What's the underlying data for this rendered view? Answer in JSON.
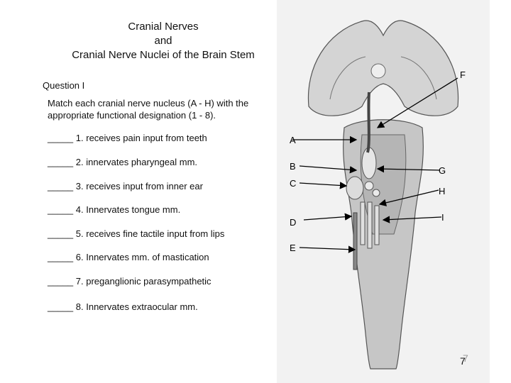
{
  "title": {
    "line1": "Cranial Nerves",
    "line2": "and",
    "line3": "Cranial Nerve Nuclei of the Brain Stem"
  },
  "question": "Question I",
  "instructions": "Match each cranial nerve nucleus (A - H) with the appropriate functional designation (1 - 8).",
  "items": [
    {
      "blank": "_____",
      "text": "1. receives pain input from teeth"
    },
    {
      "blank": "_____",
      "text": "2. innervates pharyngeal mm."
    },
    {
      "blank": "_____",
      "text": "3. receives input from inner ear"
    },
    {
      "blank": "_____",
      "text": "4. Innervates tongue mm."
    },
    {
      "blank": "_____",
      "text": "5. receives fine tactile input from lips"
    },
    {
      "blank": "_____",
      "text": "6. Innervates mm. of mastication"
    },
    {
      "blank": "_____",
      "text": "7. preganglionic parasympathetic"
    },
    {
      "blank": "_____",
      "text": "8. Innervates extraocular mm."
    }
  ],
  "labels": {
    "A": "A",
    "B": "B",
    "C": "C",
    "D": "D",
    "E": "E",
    "F": "F",
    "G": "G",
    "H": "H",
    "I": "I"
  },
  "page_number": "7",
  "page_number_shadow": "7"
}
